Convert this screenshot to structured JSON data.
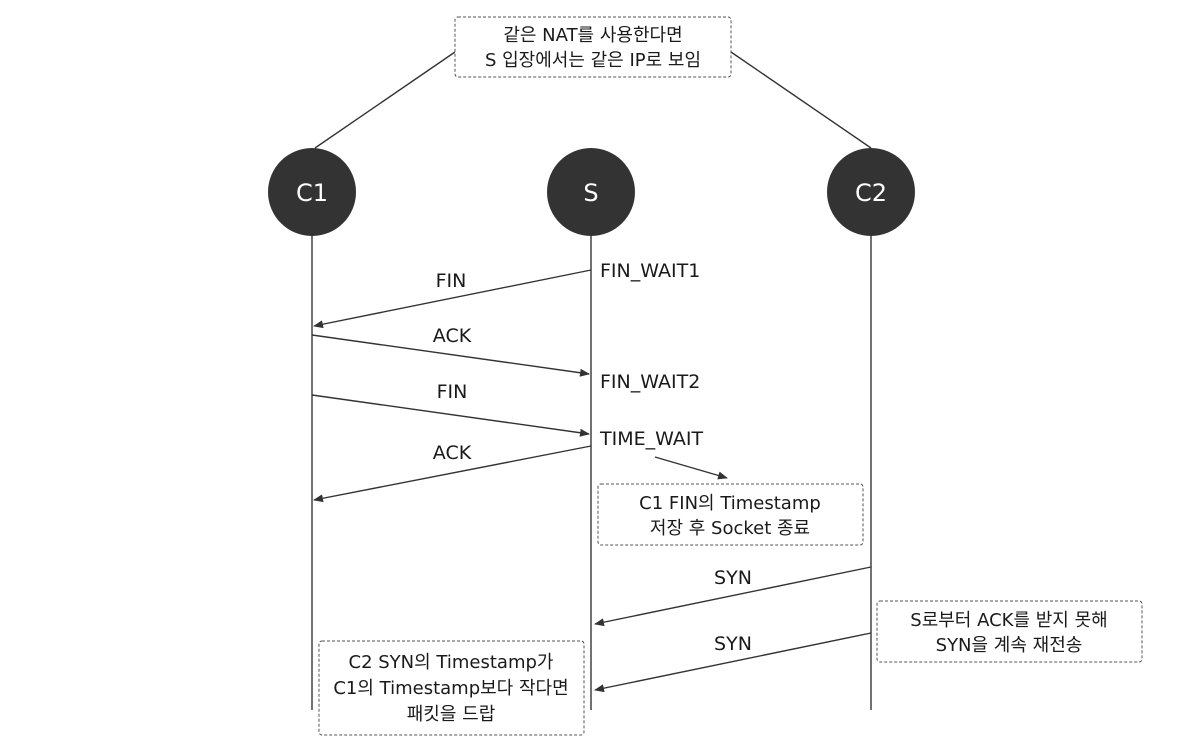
{
  "nodes": {
    "c1": "C1",
    "s": "S",
    "c2": "C2"
  },
  "notes": {
    "nat": [
      "같은 NAT를 사용한다면",
      "S 입장에서는 같은 IP로 보임"
    ],
    "timestamp_store": [
      "C1 FIN의 Timestamp",
      "저장 후 Socket 종료"
    ],
    "retransmit": [
      "S로부터 ACK를 받지 못해",
      "SYN을 계속 재전송"
    ],
    "drop": [
      "C2 SYN의 Timestamp가",
      "C1의 Timestamp보다 작다면",
      "패킷을 드랍"
    ]
  },
  "states": {
    "fin_wait1": "FIN_WAIT1",
    "fin_wait2": "FIN_WAIT2",
    "time_wait": "TIME_WAIT"
  },
  "messages": {
    "fin_1": "FIN",
    "ack_1": "ACK",
    "fin_2": "FIN",
    "ack_2": "ACK",
    "syn_1": "SYN",
    "syn_2": "SYN"
  },
  "colors": {
    "node_fill": "#333333",
    "node_text": "#ffffff",
    "line": "#333333"
  }
}
